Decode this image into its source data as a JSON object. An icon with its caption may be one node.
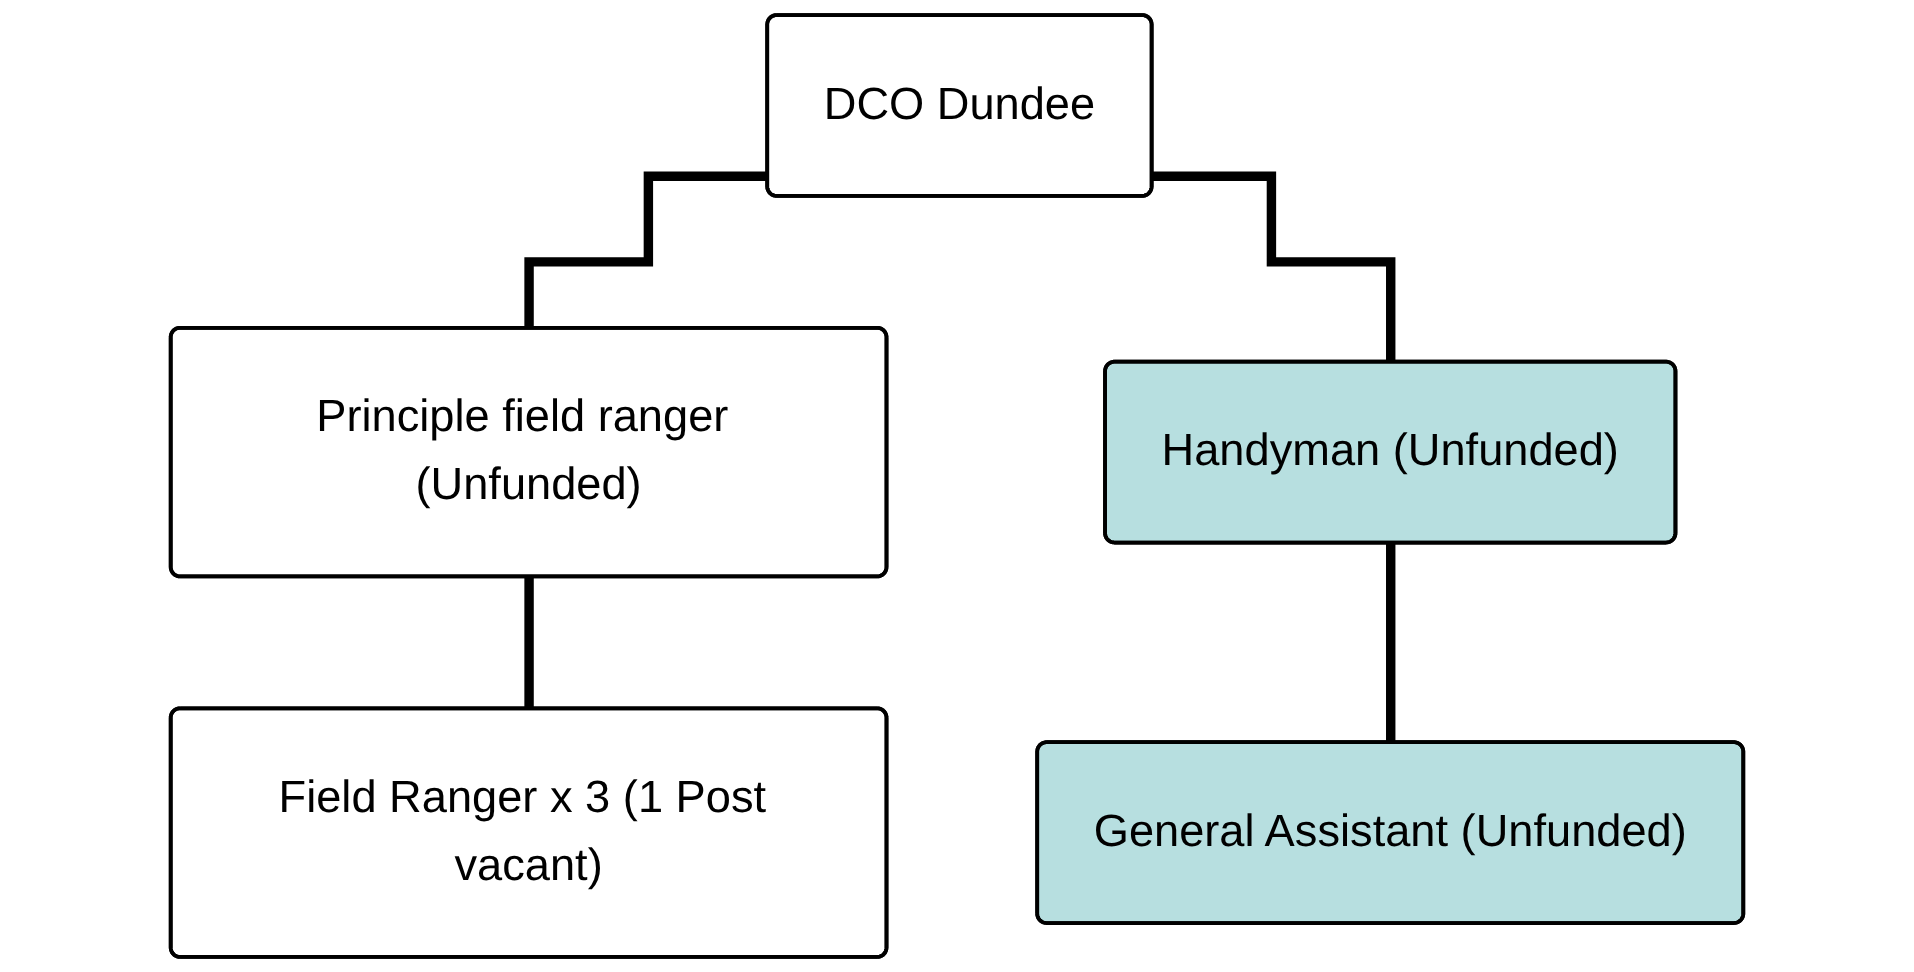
{
  "diagram": {
    "nodes": [
      {
        "text": [
          "DCO Dundee"
        ]
      },
      {
        "text": [
          "Principle field ranger (Unfunded)"
        ]
      },
      {
        "text": [
          "Handyman (Unfunded)"
        ]
      },
      {
        "text": [
          "Field Ranger x 3 (1 Post vacant)"
        ]
      },
      {
        "text": [
          "General Assistant (Unfunded)"
        ]
      }
    ],
    "edges": [
      {
        "from": 0,
        "to": 1,
        "arrow": "none"
      },
      {
        "from": 0,
        "to": 2,
        "arrow": "none"
      },
      {
        "from": 1,
        "to": 3,
        "arrow": "none"
      },
      {
        "from": 2,
        "to": 4,
        "arrow": "none"
      }
    ]
  }
}
